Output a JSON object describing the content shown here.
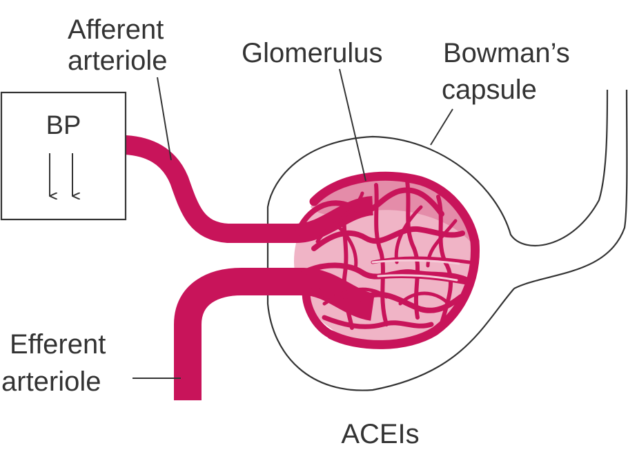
{
  "labels": {
    "afferent_line1": "Afferent",
    "afferent_line2": "arteriole",
    "glomerulus": "Glomerulus",
    "bowman_line1": "Bowman’s",
    "bowman_line2": "capsule",
    "bp": "BP",
    "efferent_line1": "Efferent",
    "efferent_line2": "arteriole",
    "drug": "ACEIs"
  },
  "bp_indicator": {
    "direction": "decrease",
    "arrow_count": 2
  },
  "colors": {
    "vessel": "#C8145A",
    "glomerulus_shade": "#F0B4C6",
    "line": "#333333",
    "text": "#333333"
  }
}
